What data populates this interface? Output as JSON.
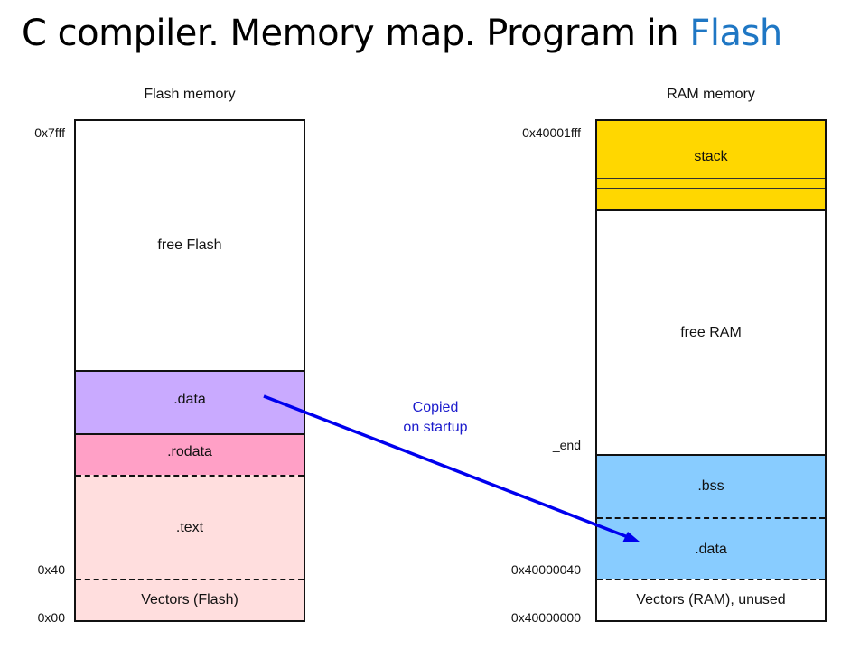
{
  "title": {
    "main": "C compiler. Memory map. Program in ",
    "accent": "Flash"
  },
  "flash": {
    "label": "Flash memory",
    "addresses": {
      "top": "0x7fff",
      "mid": "0x40",
      "bottom": "0x00"
    },
    "segments": [
      {
        "name": "free Flash",
        "color": "#ffffff"
      },
      {
        "name": ".data",
        "color": "#c9aaff"
      },
      {
        "name": ".rodata",
        "color": "#ffa0c6"
      },
      {
        "name": ".text",
        "color": "#ffdede"
      },
      {
        "name": "Vectors (Flash)",
        "color": "#ffdede"
      }
    ]
  },
  "ram": {
    "label": "RAM memory",
    "addresses": {
      "top": "0x40001fff",
      "end": "_end",
      "mid": "0x40000040",
      "bottom": "0x40000000"
    },
    "segments": [
      {
        "name": "stack",
        "color": "#ffd700"
      },
      {
        "name": "free RAM",
        "color": "#ffffff"
      },
      {
        "name": ".bss",
        "color": "#88ccff"
      },
      {
        "name": ".data",
        "color": "#88ccff"
      },
      {
        "name": "Vectors (RAM), unused",
        "color": "#ffffff"
      }
    ]
  },
  "arrow": {
    "line1": "Copied",
    "line2": "on startup",
    "color": "#0000ee"
  }
}
